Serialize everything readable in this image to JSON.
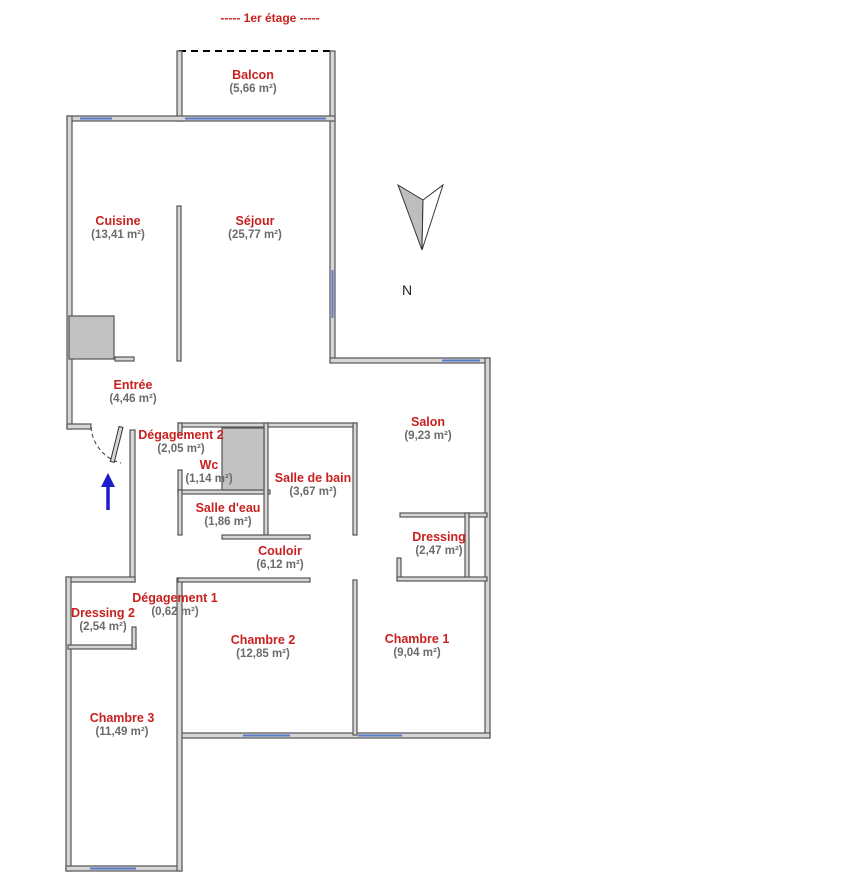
{
  "title": "-----   1er étage   -----",
  "north_label": "N",
  "colors": {
    "room_name": "#c8211f",
    "area": "#6b6b6b",
    "wall": "#d6d6d6",
    "window": "#5a78c8",
    "arrow": "#1c1ccc"
  },
  "rooms": [
    {
      "id": "balcon",
      "name": "Balcon",
      "area": "(5,66 m²)"
    },
    {
      "id": "cuisine",
      "name": "Cuisine",
      "area": "(13,41 m²)"
    },
    {
      "id": "sejour",
      "name": "Séjour",
      "area": "(25,77 m²)"
    },
    {
      "id": "entree",
      "name": "Entrée",
      "area": "(4,46 m²)"
    },
    {
      "id": "salon",
      "name": "Salon",
      "area": "(9,23 m²)"
    },
    {
      "id": "degagement2",
      "name": "Dégagement 2",
      "area": "(2,05 m²)"
    },
    {
      "id": "wc",
      "name": "Wc",
      "area": "(1,14 m²)"
    },
    {
      "id": "salle-de-bain",
      "name": "Salle de bain",
      "area": "(3,67 m²)"
    },
    {
      "id": "salle-deau",
      "name": "Salle d'eau",
      "area": "(1,86 m²)"
    },
    {
      "id": "dressing",
      "name": "Dressing",
      "area": "(2,47 m²)"
    },
    {
      "id": "couloir",
      "name": "Couloir",
      "area": "(6,12 m²)"
    },
    {
      "id": "degagement1",
      "name": "Dégagement 1",
      "area": "(0,62 m²)"
    },
    {
      "id": "dressing2",
      "name": "Dressing 2",
      "area": "(2,54 m²)"
    },
    {
      "id": "chambre2",
      "name": "Chambre 2",
      "area": "(12,85 m²)"
    },
    {
      "id": "chambre1",
      "name": "Chambre 1",
      "area": "(9,04 m²)"
    },
    {
      "id": "chambre3",
      "name": "Chambre 3",
      "area": "(11,49 m²)"
    }
  ]
}
